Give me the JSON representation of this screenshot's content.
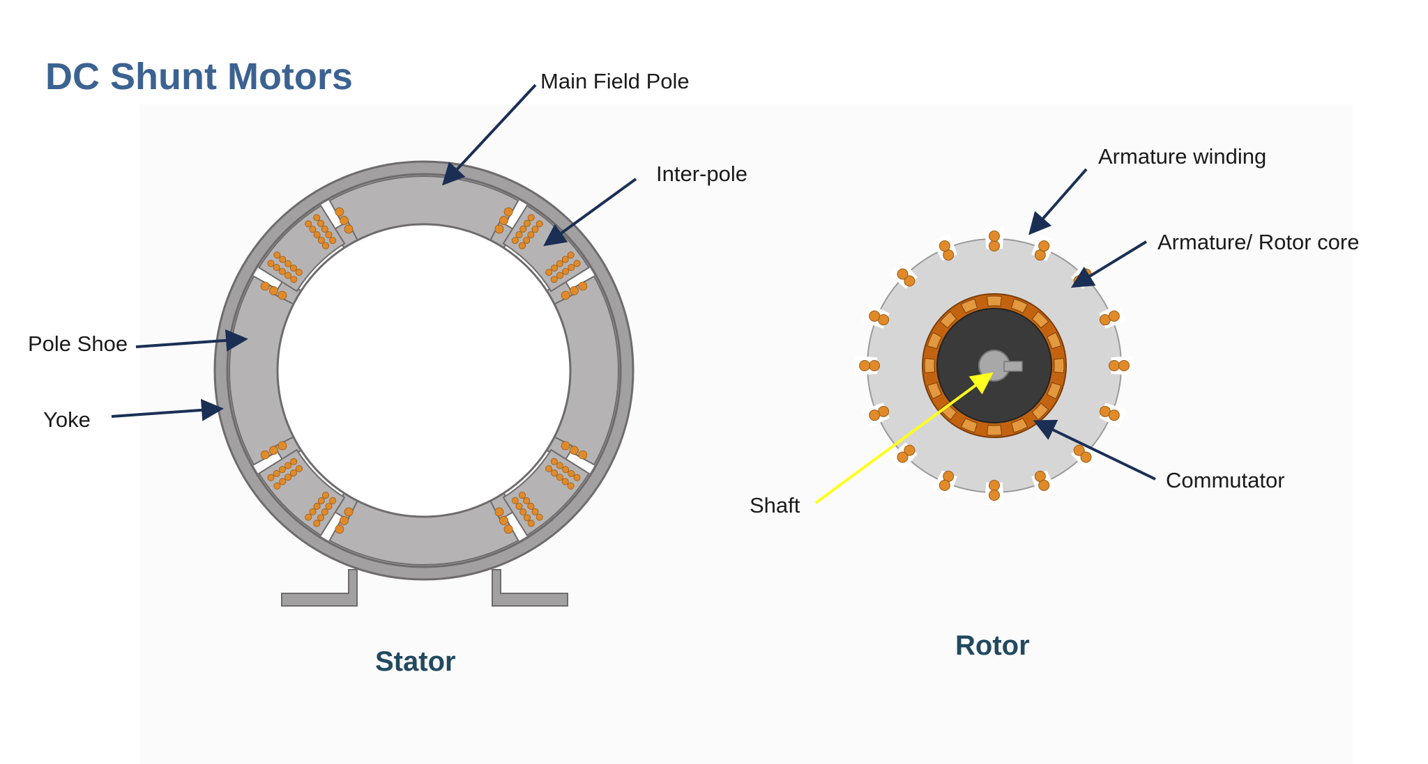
{
  "slide": {
    "title": "DC Shunt Motors",
    "stator_caption": "Stator",
    "rotor_caption": "Rotor"
  },
  "labels": {
    "main_field_pole": "Main Field Pole",
    "inter_pole": "Inter-pole",
    "pole_shoe": "Pole Shoe",
    "yoke": "Yoke",
    "armature_winding": "Armature winding",
    "rotor_core": "Armature/ Rotor core",
    "commutator": "Commutator",
    "shaft": "Shaft"
  },
  "colors": {
    "title": "#3b6291",
    "arrow": "#1b2f55",
    "shaft_arrow": "#ffff1f",
    "yoke": "#a3a0a2",
    "pole": "#b6b3b4",
    "coil": "#e08a2a",
    "rotor_core": "#d6d6d6",
    "commutator": "#c4630f",
    "shaft_body": "#3a3a3a"
  }
}
